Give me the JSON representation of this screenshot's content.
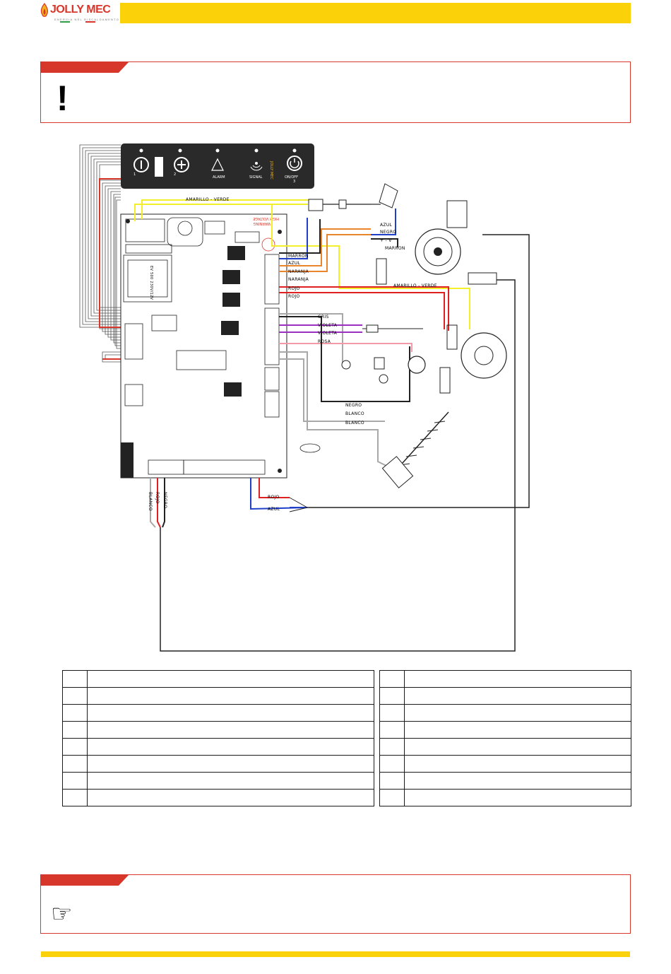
{
  "header": {
    "brand": "JOLLY MEC",
    "tagline": "ENERGIA NEL RISCALDAMENTO"
  },
  "warning": {
    "symbol": "!"
  },
  "note": {
    "symbol": "☞"
  },
  "diagram": {
    "panel": {
      "brand": "JOLLY MEC",
      "btn1_label": "1",
      "btn2_label": "2",
      "alarm_label": "ALARM",
      "signal_label": "SIGNAL",
      "power_label": "ON/OFF",
      "btn3_label": "3"
    },
    "wires": {
      "amarillo_verde_top": "AMARILLO - VERDE",
      "amarillo_verde_mid": "AMARILLO - VERDE",
      "azul_top": "AZUL",
      "negro_top": "NEGRO",
      "plus_minus": "+ - V",
      "marron_top": "MARRON",
      "marron": "MARRON",
      "azul": "AZUL",
      "naranja_1": "NARANJA",
      "naranja_2": "NARANJA",
      "rojo_1": "ROJO",
      "rojo_2": "ROJO",
      "gris": "GRIS",
      "violeta_1": "VIOLETA",
      "violeta_2": "VIOLETA",
      "rosa": "ROSA",
      "negro": "NEGRO",
      "blanco_1": "BLANCO",
      "blanco_2": "BLANCO",
      "blanco_bottom": "BLANCO",
      "rojo_bottom": "ROJO",
      "negro_bottom": "NEGRO",
      "rojo_power": "ROJO",
      "azul_power": "AZUL"
    },
    "board": {
      "high_voltage": "HIGH VOLTAGE",
      "warning": "WARNING",
      "transformer": "EV 500 230V/12V"
    }
  },
  "colors": {
    "yellow": "#fbd209",
    "red": "#d7372b",
    "wire_yellow": "#f3ef2a",
    "wire_blue": "#1f3fc9",
    "wire_orange": "#e9852a",
    "wire_red": "#e02020",
    "wire_violet": "#9b2fc0",
    "wire_pink": "#f39aa8",
    "wire_grey": "#a8a8a8"
  },
  "icons": [
    "warning-exclamation-icon",
    "pointing-hand-icon",
    "minus-button-icon",
    "plus-button-icon",
    "alarm-triangle-icon",
    "signal-icon",
    "power-icon",
    "plug-icon",
    "fan-icon",
    "auger-icon"
  ]
}
